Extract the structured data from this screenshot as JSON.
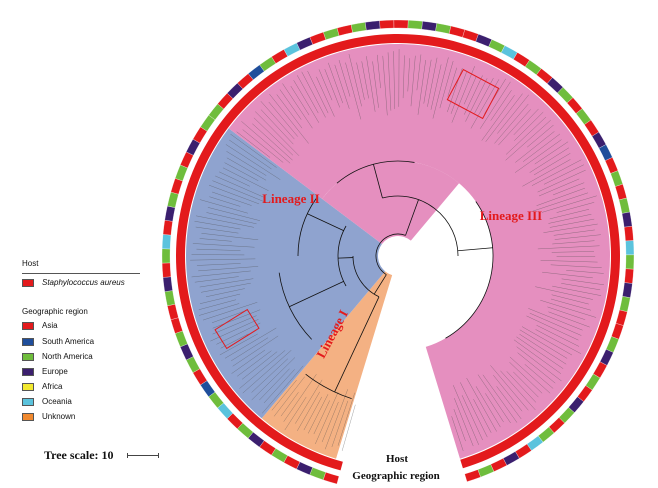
{
  "diagram": {
    "lineages": [
      {
        "label": "Lineage I",
        "fill": "#f4b183"
      },
      {
        "label": "Lineage II",
        "fill": "#8fa3cf"
      },
      {
        "label": "Lineage III",
        "fill": "#e58fbf"
      }
    ],
    "label_color": "#e31a1c",
    "ring_labels": {
      "host": "Host",
      "geo": "Geographic region"
    },
    "tree_scale": "Tree scale: 10"
  },
  "legend": {
    "host_title": "Host",
    "host_items": [
      {
        "label": "Staphylococcus aureus",
        "color": "#e31a1c"
      }
    ],
    "geo_title": "Geographic region",
    "geo_items": [
      {
        "label": "Asia",
        "color": "#e31a1c"
      },
      {
        "label": "South America",
        "color": "#1f4e9b"
      },
      {
        "label": "North America",
        "color": "#6fbd3c"
      },
      {
        "label": "Europe",
        "color": "#3b1f6e"
      },
      {
        "label": "Africa",
        "color": "#f2e930"
      },
      {
        "label": "Oceania",
        "color": "#5bc3dd"
      },
      {
        "label": "Unknown",
        "color": "#f0892f"
      }
    ]
  }
}
